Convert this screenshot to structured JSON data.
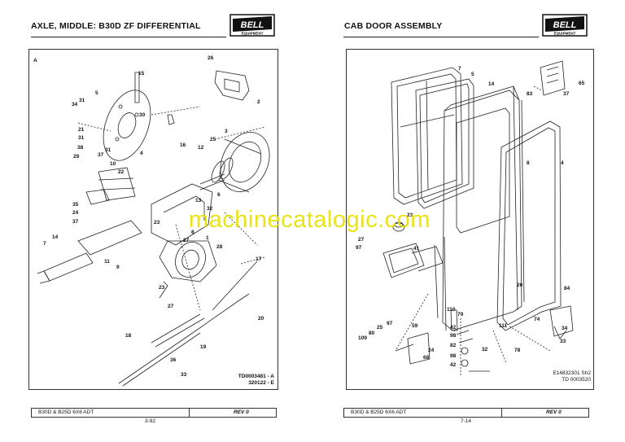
{
  "left_page": {
    "title": "AXLE, MIDDLE: B30D ZF DIFFERENTIAL",
    "logo_text": "BELL",
    "logo_sub": "EQUIPMENT",
    "section_letter": "A",
    "callouts": [
      "26",
      "15",
      "2",
      "5",
      "31",
      "34",
      "30",
      "3",
      "21",
      "25",
      "31",
      "16",
      "12",
      "38",
      "37",
      "31",
      "4",
      "29",
      "10",
      "22",
      "6",
      "13",
      "35",
      "32",
      "24",
      "37",
      "23",
      "8",
      "1",
      "27",
      "14",
      "28",
      "7",
      "11",
      "9",
      "17",
      "23",
      "27",
      "20",
      "18",
      "19",
      "36",
      "33"
    ],
    "drawing_ref_1": "TD0003481 - A",
    "drawing_ref_2": "320122 - E",
    "footer_model": "B30D & B25D 6X6 ADT",
    "footer_rev": "REV 0",
    "page_number": "3-92"
  },
  "right_page": {
    "title": "CAB DOOR ASSEMBLY",
    "logo_text": "BELL",
    "logo_sub": "EQUIPMENT",
    "callouts": [
      "7",
      "5",
      "14",
      "83",
      "65",
      "37",
      "8",
      "4",
      "27",
      "97",
      "41",
      "23",
      "26",
      "84",
      "110",
      "79",
      "59",
      "25",
      "97",
      "42",
      "80",
      "98",
      "111",
      "74",
      "34",
      "109",
      "82",
      "24",
      "68",
      "98",
      "32",
      "42",
      "33",
      "78"
    ],
    "drawing_ref_1": "E14832301 Sh2",
    "drawing_ref_2": "TD 0003520",
    "footer_model": "B30D & B25D 6X6 ADT",
    "footer_rev": "REV 0",
    "page_number": "7-14"
  },
  "watermark": "machinecatalogic.com"
}
